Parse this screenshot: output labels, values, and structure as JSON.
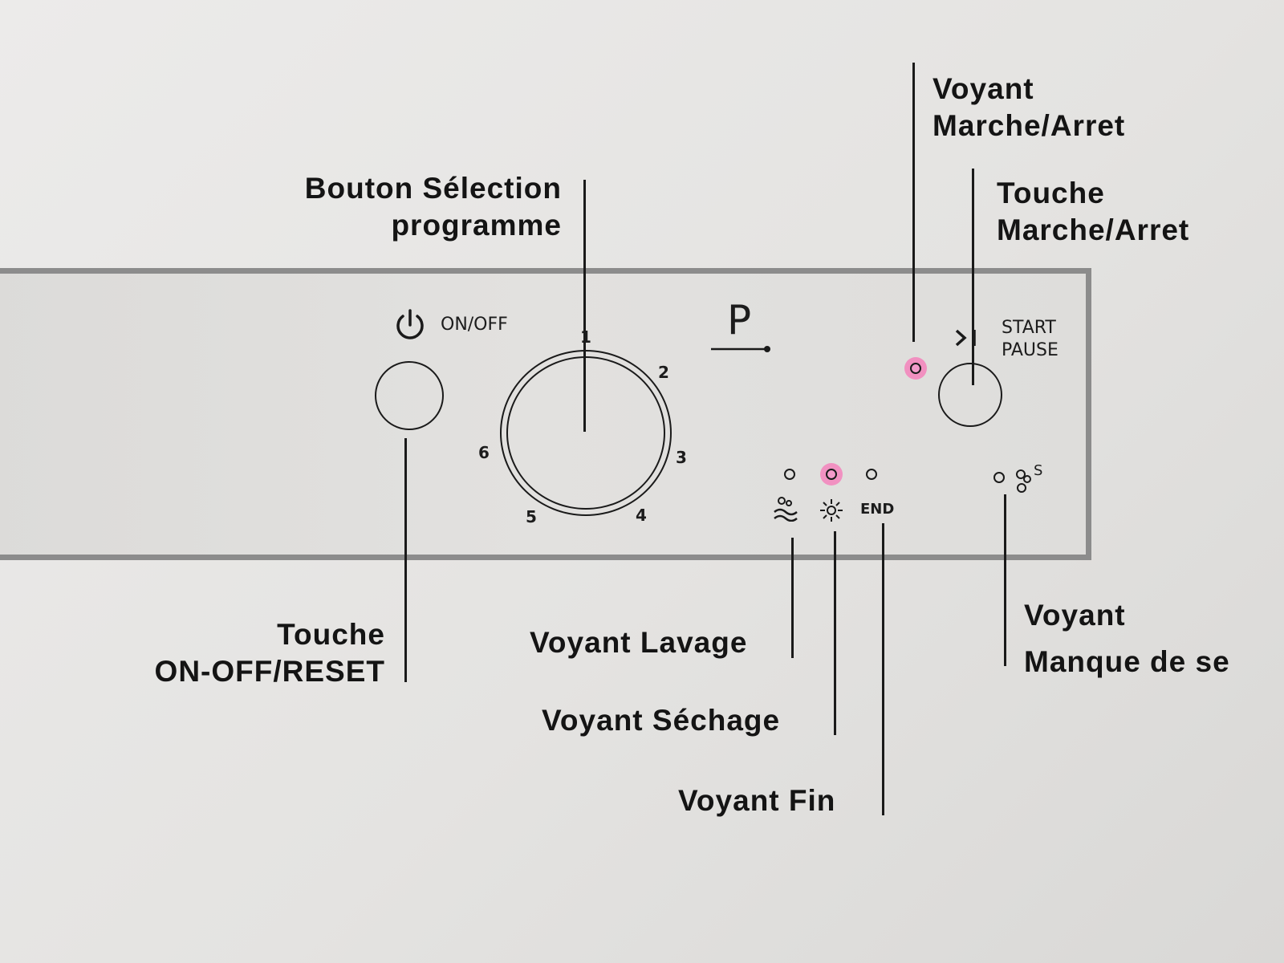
{
  "labels": {
    "bouton_selection": [
      "Bouton Sélection",
      "programme"
    ],
    "voyant_marche": [
      "Voyant",
      "Marche/Arret"
    ],
    "touche_marche": [
      "Touche",
      "Marche/Arret"
    ],
    "touche_onoff": [
      "Touche",
      "ON-OFF/RESET"
    ],
    "voyant_lavage": "Voyant Lavage",
    "voyant_sechage": "Voyant Séchage",
    "voyant_fin": "Voyant Fin",
    "voyant_manque": [
      "Voyant",
      "Manque de se"
    ]
  },
  "panel": {
    "onoff_text": "ON/OFF",
    "start_text": "START",
    "pause_text": "PAUSE",
    "program_letter": "P",
    "end_text": "END",
    "dial_numbers": [
      "1",
      "2",
      "3",
      "4",
      "5",
      "6"
    ],
    "salt_letter": "S"
  },
  "colors": {
    "highlight": "#ff50aa",
    "panel_border": "#8c8c8c"
  }
}
